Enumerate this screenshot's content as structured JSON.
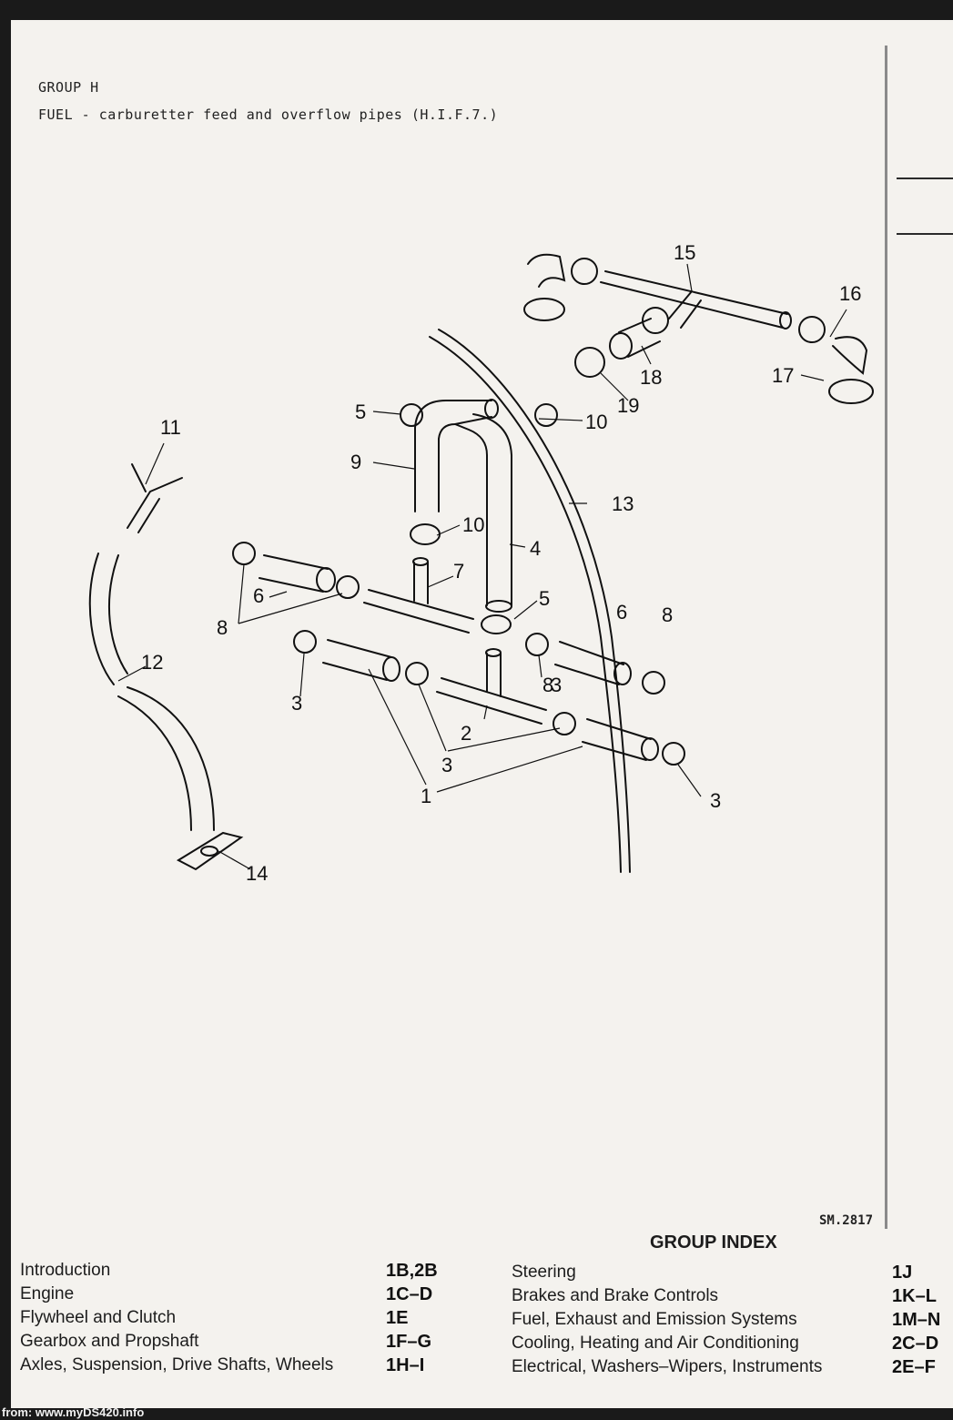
{
  "header": {
    "group": "GROUP H",
    "title": "FUEL - carburetter feed and overflow pipes (H.I.F.7.)"
  },
  "diagram": {
    "reference": "SM.2817",
    "callouts": [
      "1",
      "2",
      "3",
      "3",
      "3",
      "3",
      "4",
      "5",
      "5",
      "6",
      "6",
      "7",
      "8",
      "8",
      "8",
      "9",
      "10",
      "10",
      "11",
      "12",
      "13",
      "14",
      "15",
      "16",
      "17",
      "18",
      "19"
    ]
  },
  "group_index": {
    "title": "GROUP INDEX",
    "left": [
      {
        "label": "Introduction",
        "code": "1B,2B"
      },
      {
        "label": "Engine",
        "code": "1C–D"
      },
      {
        "label": "Flywheel and Clutch",
        "code": "1E"
      },
      {
        "label": "Gearbox and Propshaft",
        "code": "1F–G"
      },
      {
        "label": "Axles, Suspension, Drive Shafts, Wheels",
        "code": "1H–I"
      }
    ],
    "right": [
      {
        "label": "Steering",
        "code": "1J"
      },
      {
        "label": "Brakes and Brake Controls",
        "code": "1K–L"
      },
      {
        "label": "Fuel, Exhaust and Emission Systems",
        "code": "1M–N"
      },
      {
        "label": "Cooling, Heating and Air Conditioning",
        "code": "2C–D"
      },
      {
        "label": "Electrical, Washers–Wipers, Instruments",
        "code": "2E–F"
      }
    ]
  },
  "footer": {
    "source": "from: www.myDS420.info"
  }
}
